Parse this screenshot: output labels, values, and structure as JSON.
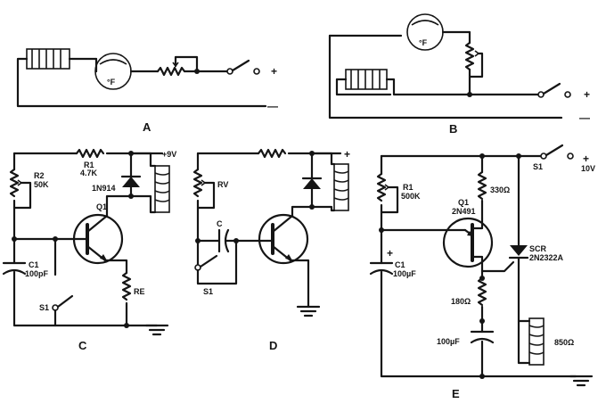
{
  "panels": {
    "a": {
      "letter": "A",
      "meter": "°F",
      "plus": "+",
      "minus": "—"
    },
    "b": {
      "letter": "B",
      "meter": "°F",
      "plus": "+",
      "minus": "—"
    },
    "c": {
      "letter": "C",
      "supply": "+9V",
      "r1": "R1",
      "r1_val": "4.7K",
      "r2": "R2",
      "r2_val": "50K",
      "diode": "1N914",
      "q": "Q1",
      "cap": "C1",
      "cap_val": "100pF",
      "switch": "S1",
      "re": "RE"
    },
    "d": {
      "letter": "D",
      "plus": "+",
      "rv": "RV",
      "cap": "C",
      "switch": "S1"
    },
    "e": {
      "letter": "E",
      "switch": "S1",
      "supply_plus": "+",
      "supply_val": "10V",
      "r1": "R1",
      "r1_val": "500K",
      "q": "Q1",
      "q_part": "2N491",
      "r330": "330Ω",
      "scr": "SCR",
      "scr_part": "2N2322A",
      "cap1": "C1",
      "cap1_val": "100µF",
      "r180": "180Ω",
      "cap2_val": "100µF",
      "relay_val": "850Ω"
    }
  }
}
